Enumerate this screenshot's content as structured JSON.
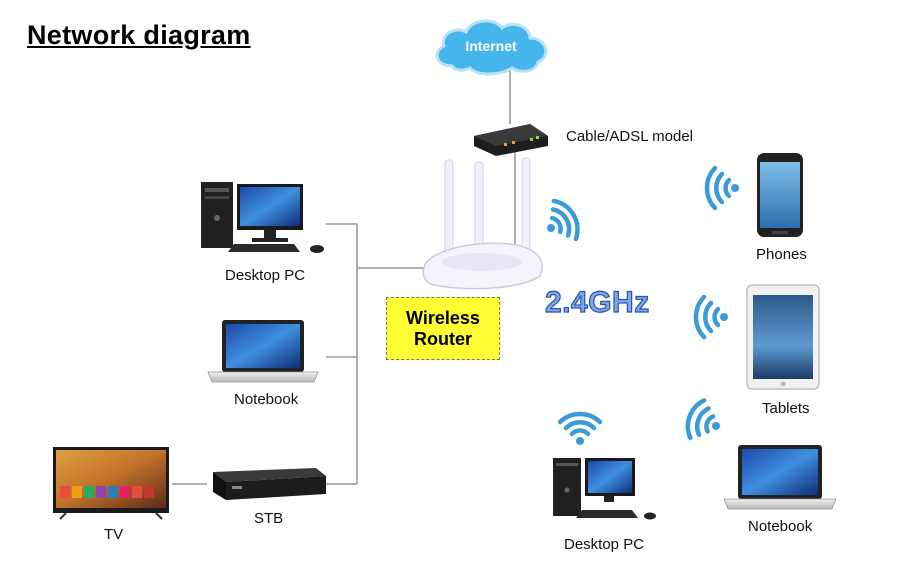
{
  "title": "Network diagram",
  "internet": "Internet",
  "modem": "Cable/ADSL model",
  "router": {
    "line1": "Wireless",
    "line2": "Router"
  },
  "band": "2.4GHz",
  "devices": {
    "desktop_left": "Desktop PC",
    "notebook_left": "Notebook",
    "tv": "TV",
    "stb": "STB",
    "phones": "Phones",
    "tablets": "Tablets",
    "notebook_right": "Notebook",
    "desktop_bottom": "Desktop PC"
  },
  "colors": {
    "cloud": "#45b4ea",
    "router_label_bg": "#ffff33",
    "wifi": "#3d9ad8",
    "band_text": "#7fa8e8",
    "cable": "#999999"
  }
}
